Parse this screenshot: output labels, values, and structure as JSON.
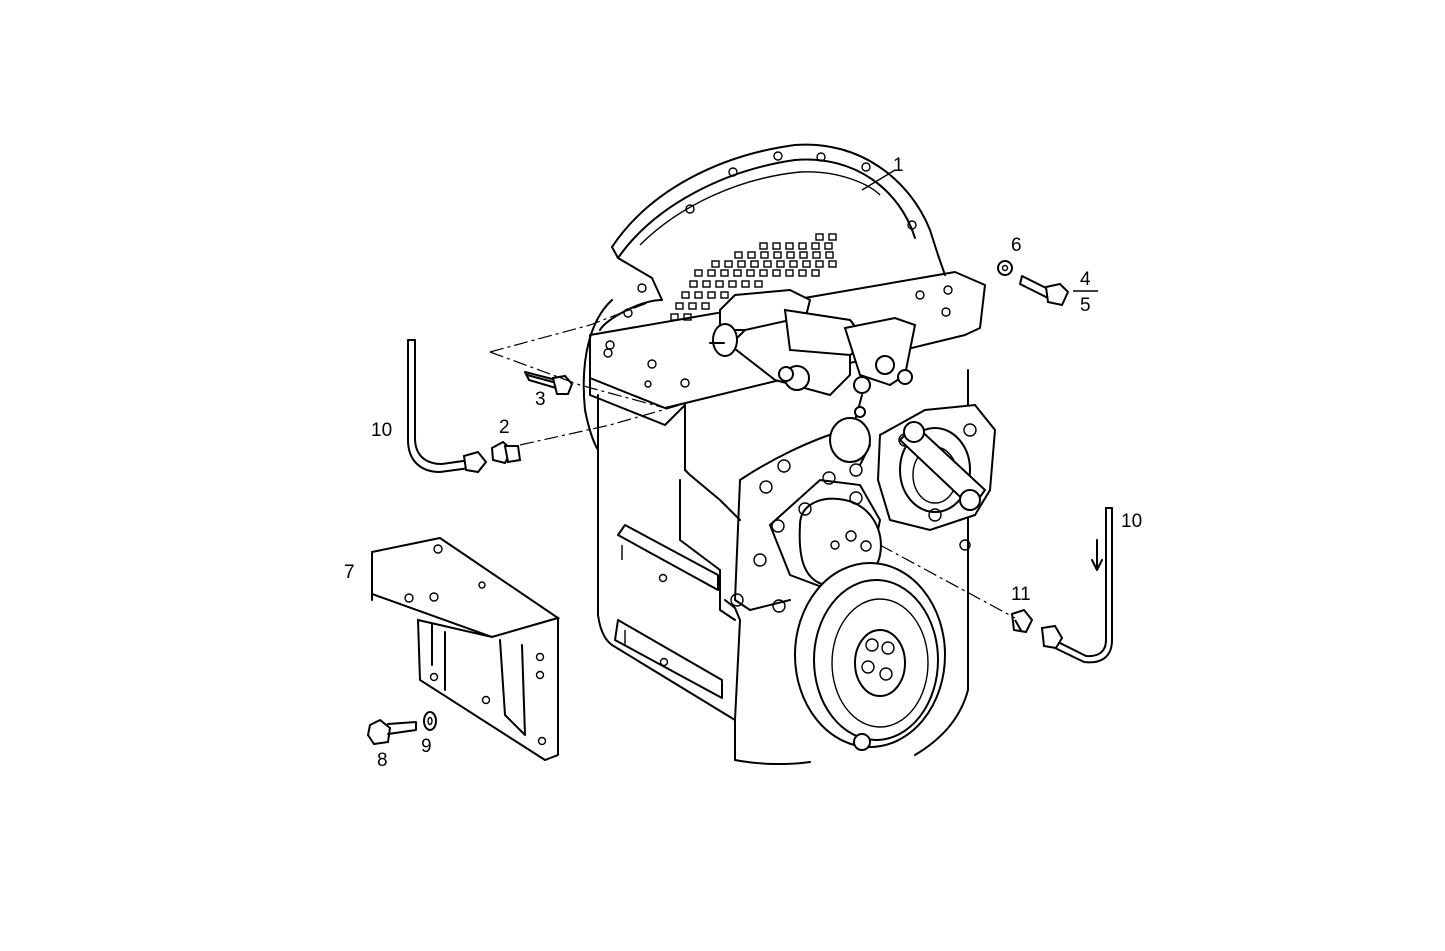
{
  "callouts": {
    "c1": "1",
    "c2": "2",
    "c3": "3",
    "c4": "4",
    "c5": "5",
    "c6": "6",
    "c7": "7",
    "c8": "8",
    "c9": "9",
    "c10_left": "10",
    "c10_right": "10",
    "c11": "11"
  }
}
